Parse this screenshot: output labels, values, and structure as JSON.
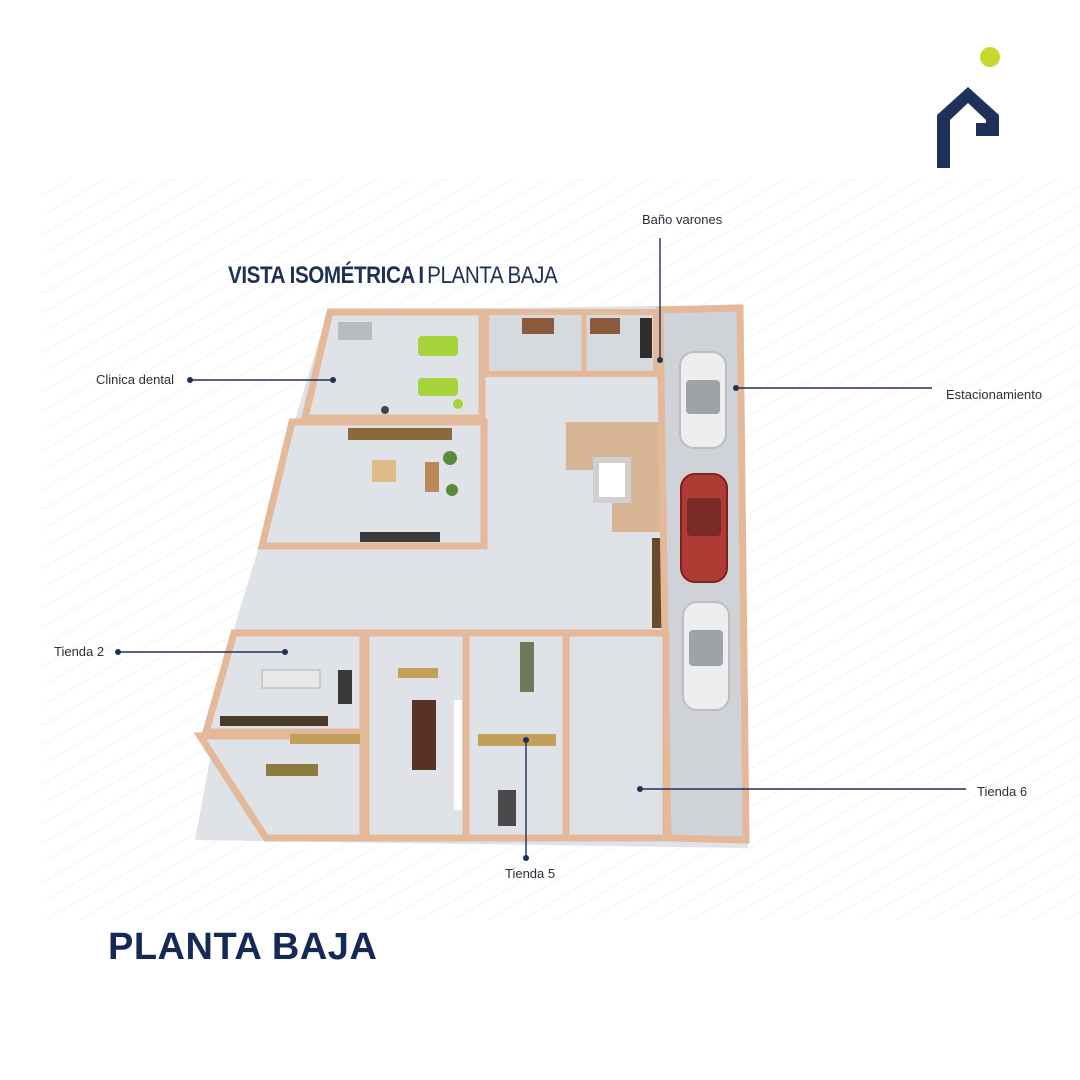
{
  "page_title": "PLANTA BAJA",
  "plan_heading": {
    "bold": "VISTA ISOMÉTRICA",
    "separator": "I",
    "light": "PLANTA BAJA"
  },
  "callouts": {
    "bano_varones": "Baño varones",
    "clinica_dental": "Clinica dental",
    "estacionamiento": "Estacionamiento",
    "tienda_2": "Tienda 2",
    "tienda_5": "Tienda 5",
    "tienda_6": "Tienda 6"
  },
  "colors": {
    "navy": "#1f3159",
    "accent_lime": "#c5d92d",
    "wall": "#e3b99a",
    "floor": "#d9dde3",
    "leader_line": "#1f3159"
  }
}
